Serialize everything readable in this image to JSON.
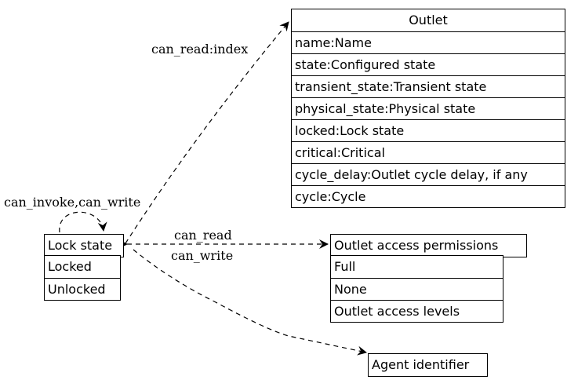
{
  "nodes": {
    "outlet": {
      "title": "Outlet",
      "fields": [
        "name:Name",
        "state:Configured state",
        "transient_state:Transient state",
        "physical_state:Physical state",
        "locked:Lock state",
        "critical:Critical",
        "cycle_delay:Outlet cycle delay, if any",
        "cycle:Cycle"
      ]
    },
    "lock_state": {
      "title": "Lock state",
      "values": [
        "Locked",
        "Unlocked"
      ]
    },
    "access_permissions": {
      "title": "Outlet access permissions",
      "values": [
        "Full",
        "None",
        "Outlet access levels"
      ]
    },
    "agent_identifier": {
      "title": "Agent identifier"
    }
  },
  "edges": {
    "lock_to_outlet": "can_read:index",
    "lock_self": "can_invoke,can_write",
    "lock_to_permissions_read": "can_read",
    "lock_to_permissions_write": "can_write"
  },
  "colors": {
    "line": "#000000",
    "background": "#ffffff"
  }
}
